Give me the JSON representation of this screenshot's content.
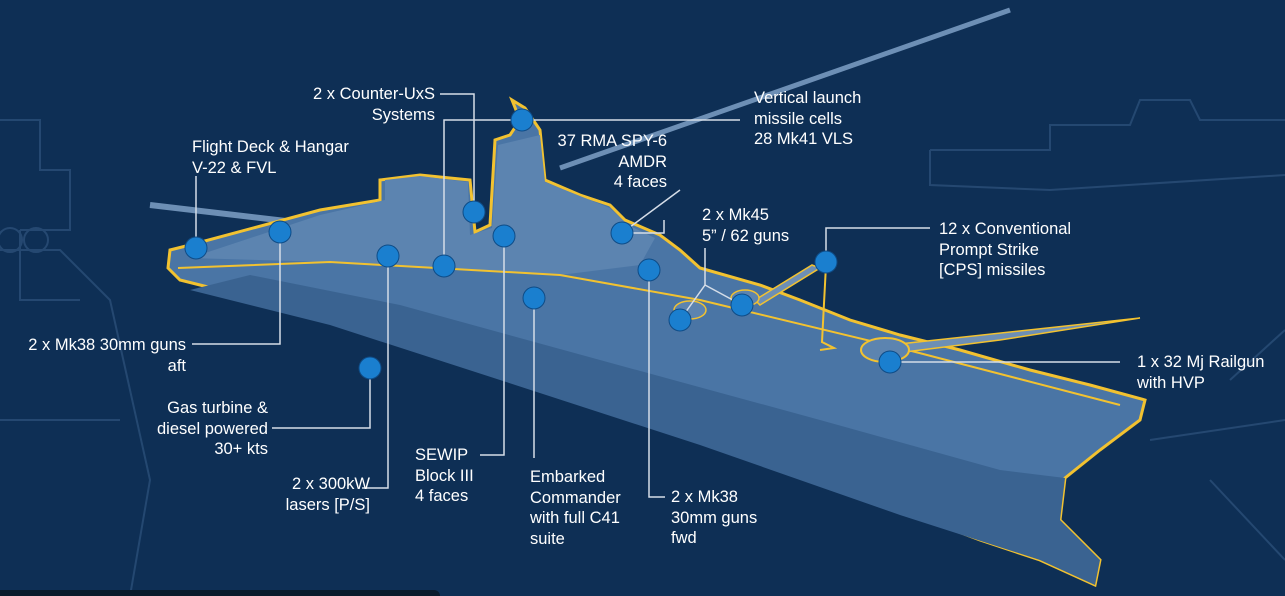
{
  "colors": {
    "background": "#0e2f55",
    "hull": "#4a75a5",
    "hull_dark": "#3a6391",
    "outline": "#f2c230",
    "marker": "#1a7fcf",
    "leader": "#d5dde8",
    "label_text": "#ffffff"
  },
  "callouts": [
    {
      "id": "counter-uxs",
      "lines": [
        "2 x Counter-UxS",
        "Systems"
      ]
    },
    {
      "id": "flight-deck",
      "lines": [
        "Flight Deck & Hangar",
        "V-22 & FVL"
      ]
    },
    {
      "id": "vls",
      "lines": [
        "Vertical launch",
        "missile cells",
        "28 Mk41 VLS"
      ]
    },
    {
      "id": "spy6",
      "lines": [
        "37 RMA SPY-6",
        "AMDR",
        "4 faces"
      ]
    },
    {
      "id": "mk45",
      "lines": [
        "2 x Mk45",
        "5” / 62 guns"
      ]
    },
    {
      "id": "cps",
      "lines": [
        "12 x Conventional",
        "Prompt Strike",
        "[CPS] missiles"
      ]
    },
    {
      "id": "mk38-aft",
      "lines": [
        "2 x Mk38 30mm guns",
        "aft"
      ]
    },
    {
      "id": "railgun",
      "lines": [
        "1 x 32 Mj Railgun",
        "with HVP"
      ]
    },
    {
      "id": "gas-turbine",
      "lines": [
        "Gas turbine &",
        "diesel powered",
        "30+ kts"
      ]
    },
    {
      "id": "lasers",
      "lines": [
        "2 x 300kW",
        "lasers [P/S]"
      ]
    },
    {
      "id": "sewip",
      "lines": [
        "SEWIP",
        "Block III",
        "4 faces"
      ]
    },
    {
      "id": "commander",
      "lines": [
        "Embarked",
        "Commander",
        "with full C41",
        "suite"
      ]
    },
    {
      "id": "mk38-fwd",
      "lines": [
        "2 x Mk38",
        "30mm guns",
        "fwd"
      ]
    }
  ]
}
